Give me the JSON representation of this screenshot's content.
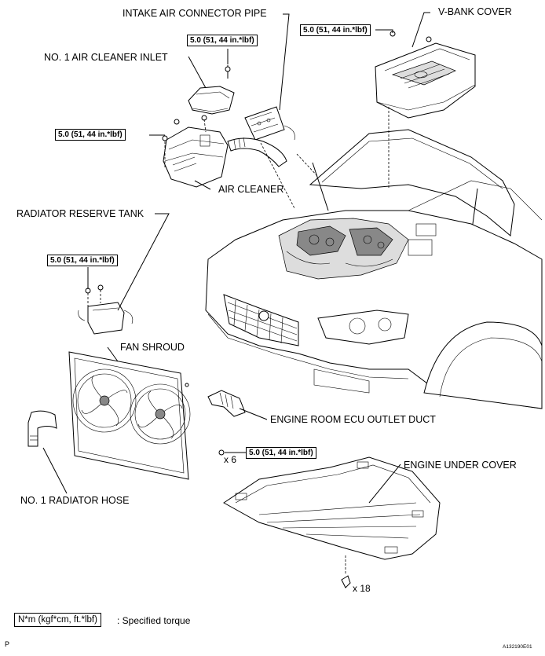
{
  "labels": {
    "intake_air_connector_pipe": "INTAKE AIR CONNECTOR PIPE",
    "v_bank_cover": "V-BANK COVER",
    "no1_air_cleaner_inlet": "NO. 1 AIR CLEANER INLET",
    "air_cleaner": "AIR CLEANER",
    "radiator_reserve_tank": "RADIATOR RESERVE TANK",
    "fan_shroud": "FAN SHROUD",
    "engine_room_ecu_outlet_duct": "ENGINE ROOM ECU OUTLET DUCT",
    "engine_under_cover": "ENGINE UNDER COVER",
    "no1_radiator_hose": "NO. 1 RADIATOR HOSE"
  },
  "torque": {
    "inlet": "5.0 (51, 44 in.*lbf)",
    "v_bank": "5.0 (51, 44 in.*lbf)",
    "air_cleaner": "5.0 (51, 44 in.*lbf)",
    "reserve_tank": "5.0 (51, 44 in.*lbf)",
    "under_cover_bolt": "5.0 (51, 44 in.*lbf)"
  },
  "quantities": {
    "bolts": "x 6",
    "clips": "x 18"
  },
  "legend": {
    "box_text": "N*m (kgf*cm, ft.*lbf)",
    "description": ": Specified torque"
  },
  "corner": {
    "left": "P",
    "figure_id": "A132190E01"
  }
}
